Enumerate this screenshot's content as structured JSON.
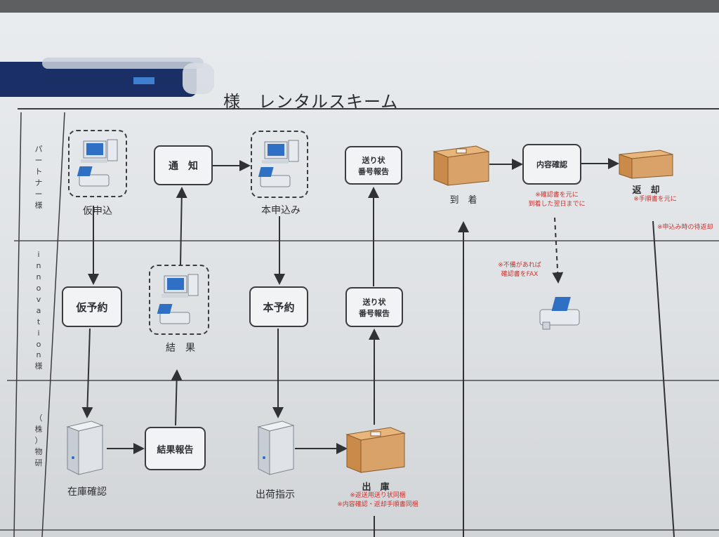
{
  "title": "様　レンタルスキーム",
  "lanes": {
    "partner": [
      "パ",
      "ー",
      "ト",
      "ナ",
      "ー",
      "様"
    ],
    "innovation": [
      "i",
      "n",
      "n",
      "o",
      "v",
      "a",
      "t",
      "i",
      "o",
      "n",
      "様"
    ],
    "butsuken": [
      "（",
      "株",
      "）",
      "物",
      "研"
    ]
  },
  "nodes": {
    "kari_moushikomi": "仮申込",
    "tsuchi": "通　知",
    "hon_moushikomi": "本申込み",
    "okurijo_partner": [
      "送り状",
      "番号報告"
    ],
    "tochaku": "到　着",
    "naiyou_kakunin": "内容確認",
    "henkyaku": "返　却",
    "kari_yoyaku": "仮予約",
    "kekka": "結　果",
    "hon_yoyaku": "本予約",
    "okurijo_innov": [
      "送り状",
      "番号報告"
    ],
    "zaiko_kakunin": "在庫確認",
    "kekka_houkoku": "結果報告",
    "shukka_shiji": "出荷指示",
    "shukko": "出　庫"
  },
  "notes": {
    "naiyou": [
      "※確認書を元に",
      "到着した翌日までに"
    ],
    "henkyaku": "※手順書を元に",
    "moushikomi": "※申込み時の待返却",
    "fubi": [
      "※不備があれば",
      "確認書をFAX"
    ],
    "shukko": [
      "※返送用送り状同梱",
      "※内容確認・返却手順書同梱"
    ]
  },
  "icons": [
    "computer-icon",
    "fax-icon",
    "server-icon",
    "box-icon",
    "pen"
  ],
  "colors": {
    "line": "#3a3c3f",
    "note": "#c9342f",
    "box": "#d9a268"
  }
}
